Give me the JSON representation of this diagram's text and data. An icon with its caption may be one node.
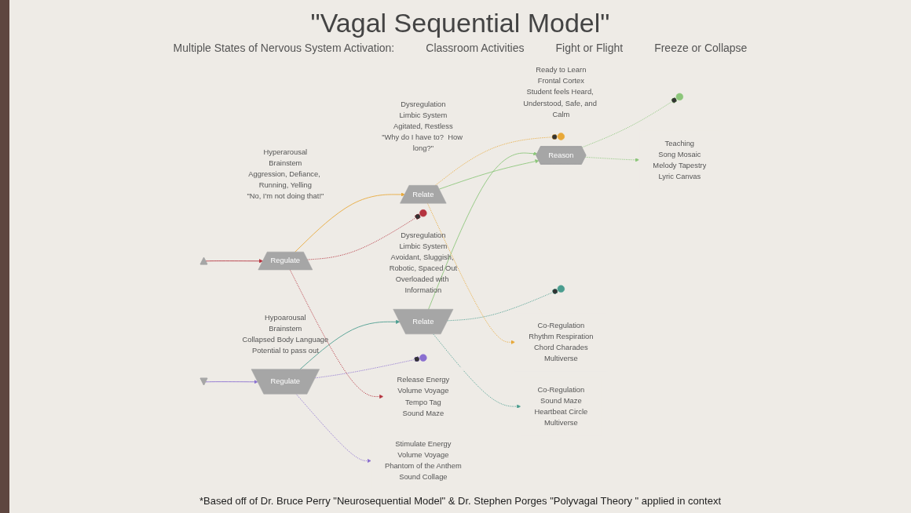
{
  "diagram": {
    "title": "\"Vagal Sequential Model\"",
    "caption": "*Based off of Dr. Bruce Perry \"Neurosequential Model\" &  Dr. Stephen Porges \"Polyvagal Theory \" applied in context",
    "nodes": [
      {
        "text": [],
        "shape": "triangle"
      },
      {
        "text": [
          "Regulate"
        ]
      },
      {
        "text": [
          "Relate"
        ]
      },
      {
        "text": [
          "Reason"
        ]
      },
      {
        "text": [
          "Relate"
        ]
      },
      {
        "text": [
          "Regulate"
        ]
      },
      {
        "text": [],
        "shape": "triangle"
      },
      {
        "text": [],
        "shape": "circle",
        "beside": [
          "Hyperarousal",
          "Brainstem",
          "Aggression, Defiance, Running, Yelling",
          "\"No, I'm not doing that!\""
        ]
      },
      {
        "text": [],
        "shape": "circle",
        "beside": [
          "Dysregulation",
          "Limbic System",
          "Agitated, Restless",
          "\"Why do I have to?  How long?\""
        ]
      },
      {
        "text": [],
        "shape": "circle",
        "beside": [
          "Ready to Learn",
          "Frontal Cortex",
          "Student feels Heard, Understood, Safe, and Calm"
        ]
      },
      {
        "text": [],
        "shape": "circle",
        "beside": [
          "Dysregulation",
          "Limbic System",
          "Avoidant, Sluggish, Robotic, Spaced Out",
          "Overloaded with Information"
        ]
      },
      {
        "text": [],
        "shape": "circle",
        "beside": [
          "Hypoarousal",
          "Brainstem",
          "Collapsed Body Language",
          "Potential to pass out"
        ]
      },
      {
        "text": [
          "Release Energy",
          "Volume Voyage",
          "Tempo Tag",
          "Sound Maze"
        ]
      },
      {
        "text": [
          "Co-Regulation",
          "Rhythm Respiration",
          "Chord Charades",
          "Multiverse"
        ]
      },
      {
        "text": [
          "Teaching",
          "Song Mosaic",
          "Melody Tapestry",
          "Lyric Canvas"
        ]
      },
      {
        "text": [
          "Co-Regulation",
          "Sound Maze",
          "Heartbeat Circle",
          "Multiverse"
        ]
      },
      {
        "text": [
          "Stimulate Energy",
          "Volume Voyage",
          "Phantom of the Anthem",
          "Sound Collage"
        ]
      }
    ],
    "edges": [
      {
        "from": 0,
        "to": 1,
        "arrow": "to",
        "color": "#b5333f"
      },
      {
        "from": 1,
        "to": 2,
        "arrow": "to",
        "color": "#e8a838"
      },
      {
        "from": 2,
        "to": 3,
        "arrow": "to",
        "color": "#8cc67a"
      },
      {
        "from": 4,
        "to": 3,
        "arrow": "to",
        "color": "#8cc67a"
      },
      {
        "from": 5,
        "to": 4,
        "arrow": "to",
        "color": "#4a9d8f"
      },
      {
        "from": 6,
        "to": 5,
        "arrow": "to",
        "color": "#8a6fd0"
      },
      {
        "from": 7,
        "to": 1,
        "arrow": "other",
        "style": "dashed",
        "color": "#b5333f"
      },
      {
        "from": 8,
        "to": 2,
        "arrow": "other",
        "style": "dashed",
        "color": "#e8a838"
      },
      {
        "from": 9,
        "to": 3,
        "arrow": "other",
        "style": "dashed",
        "color": "#8cc67a"
      },
      {
        "from": 10,
        "to": 4,
        "arrow": "other",
        "style": "dashed",
        "color": "#4a9d8f"
      },
      {
        "from": 11,
        "to": 5,
        "arrow": "other",
        "style": "dashed",
        "color": "#8a6fd0"
      },
      {
        "from": 1,
        "to": 12,
        "arrow": "to",
        "style": "dashed",
        "color": "#b5333f"
      },
      {
        "from": 2,
        "to": 13,
        "arrow": "to",
        "style": "dashed",
        "color": "#e8a838"
      },
      {
        "from": 3,
        "to": 14,
        "arrow": "to",
        "style": "dashed",
        "color": "#8cc67a"
      },
      {
        "from": 4,
        "to": 15,
        "arrow": "to",
        "style": "dashed",
        "color": "#4a9d8f"
      },
      {
        "from": 5,
        "to": 16,
        "arrow": "to",
        "style": "dashed",
        "color": "#8a6fd0"
      }
    ],
    "labels": [
      "Multiple States of Nervous System Activation:",
      "Classroom Activities",
      "Fight or Flight",
      "Freeze or Collapse"
    ]
  }
}
